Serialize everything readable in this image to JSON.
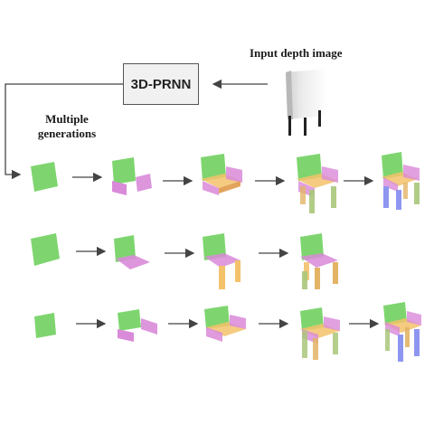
{
  "network": {
    "label": "3D-PRNN"
  },
  "input": {
    "caption": "Input depth image"
  },
  "generations": {
    "caption": "Multiple generations"
  },
  "colors": {
    "back": "#7ed56f",
    "seat": "#f3c26b",
    "arm": "#d98ad8",
    "leg_front": "#e3b466",
    "leg_green": "#a9c77a",
    "leg_blue": "#8f96f0",
    "arrow": "#444444",
    "box_fill": "#f1f1f1"
  },
  "rows": [
    {
      "steps": [
        "back",
        "back-arms",
        "back-arms-seat",
        "back-arms-seat-legs",
        "full-chair-blue-legs"
      ]
    },
    {
      "steps": [
        "back",
        "back-seat",
        "back-seat-legs",
        "full-chair"
      ]
    },
    {
      "steps": [
        "back",
        "back-arms",
        "back-arms-seat",
        "back-arms-seat-legs",
        "full-chair-blue-legs"
      ]
    }
  ]
}
